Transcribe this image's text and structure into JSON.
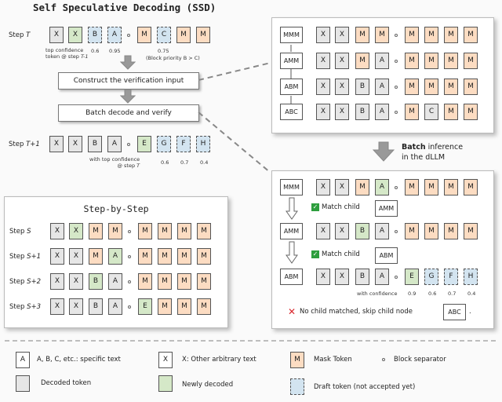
{
  "title": "Self Speculative Decoding (SSD)",
  "stepT": {
    "label": "Step ",
    "var": "T"
  },
  "stepT1": {
    "label": "Step ",
    "var": "T+1"
  },
  "tokens": {
    "X": "X",
    "A": "A",
    "B": "B",
    "C": "C",
    "M": "M",
    "E": "E",
    "F": "F",
    "G": "G",
    "H": "H"
  },
  "notes": {
    "top_conf": "top confidence",
    "token_at": "token @ step ",
    "token_at_var": "T-1",
    "c06": "0.6",
    "c095": "0.95",
    "c075": "0.75",
    "priority": "(Block priority B > C)",
    "with_top": "with top confidence",
    "at_step": "@ step ",
    "at_step_var": "T",
    "c06b": "0.6",
    "c07": "0.7",
    "c04": "0.4",
    "with_conf": "with confidence",
    "c09": "0.9",
    "c06c": "0.6",
    "c07c": "0.7",
    "c04c": "0.4"
  },
  "construct_label": "Construct the verification input",
  "batch_label": "Batch decode and verify",
  "batch_inference_bold": "Batch",
  "batch_inference_rest": " inference",
  "batch_inference_line2": "in the dLLM",
  "nodes": {
    "MMM": "MMM",
    "AMM": "AMM",
    "ABM": "ABM",
    "ABC": "ABC"
  },
  "match_child": "Match child",
  "no_child": "No child matched, skip child node",
  "step_by_step": {
    "title": "Step-by-Step",
    "rows": [
      {
        "label": "Step ",
        "var": "S"
      },
      {
        "label": "Step ",
        "var": "S+1"
      },
      {
        "label": "Step ",
        "var": "S+2"
      },
      {
        "label": "Step ",
        "var": "S+3"
      }
    ]
  },
  "legend": {
    "a_sym": "A",
    "a_text": "A, B, C, etc.: specific text",
    "x_sym": "X",
    "x_text": "X: Other arbitrary text",
    "m_sym": "M",
    "m_text": "Mask Token",
    "sep_text": "Block separator",
    "decoded": "Decoded token",
    "newly": "Newly decoded",
    "draft": "Draft token (not accepted yet)"
  },
  "colors": {
    "decoded": "#e6e6e6",
    "new": "#d5e8c8",
    "mask": "#fcdcc2",
    "draft": "#d3e4f0",
    "check": "#2e9e3e",
    "cross": "#d9262c"
  }
}
